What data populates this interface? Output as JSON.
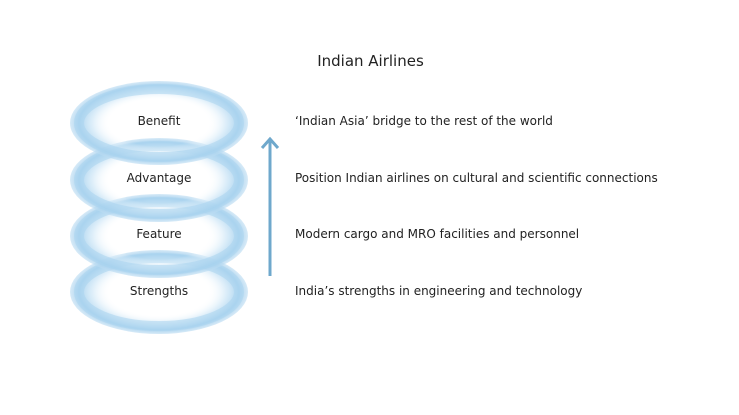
{
  "title": "Indian Airlines",
  "levels": [
    {
      "label": "Benefit",
      "description": "‘Indian Asia’ bridge to the rest of the world"
    },
    {
      "label": "Advantage",
      "description": "Position Indian airlines on cultural and scientific connections"
    },
    {
      "label": "Feature",
      "description": "Modern cargo and MRO facilities and personnel"
    },
    {
      "label": "Strengths",
      "description": "India’s strengths in engineering and technology"
    }
  ],
  "colors": {
    "ring": "#9fcdec",
    "arrow": "#6fa8cc"
  }
}
